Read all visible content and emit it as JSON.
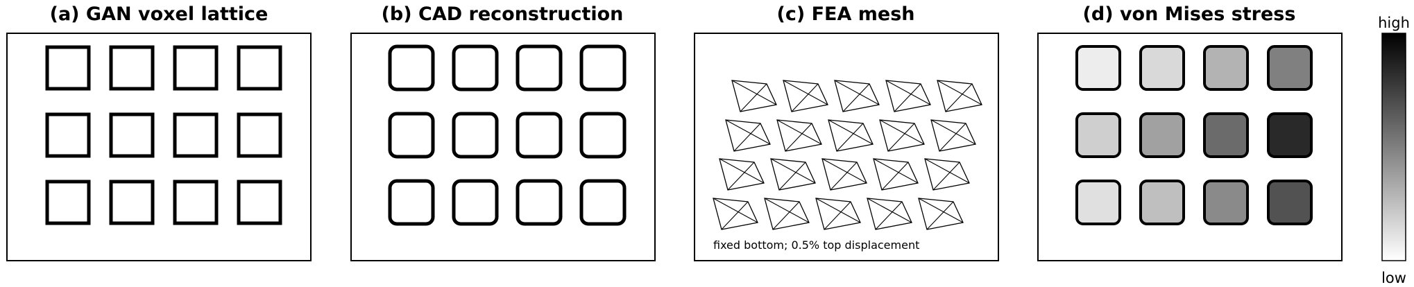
{
  "panels": {
    "a": {
      "title": "(a) GAN voxel lattice"
    },
    "b": {
      "title": "(b) CAD reconstruction"
    },
    "c": {
      "title": "(c) FEA mesh",
      "note": "fixed bottom; 0.5% top displacement"
    },
    "d": {
      "title": "(d) von Mises stress",
      "stress_levels": [
        [
          0.07,
          0.15,
          0.3,
          0.5
        ],
        [
          0.19,
          0.37,
          0.58,
          0.84
        ],
        [
          0.12,
          0.25,
          0.46,
          0.68
        ]
      ]
    }
  },
  "colorbar": {
    "high_label": "high",
    "low_label": "low"
  },
  "colors": {
    "stroke": "#000000",
    "background": "#ffffff"
  }
}
